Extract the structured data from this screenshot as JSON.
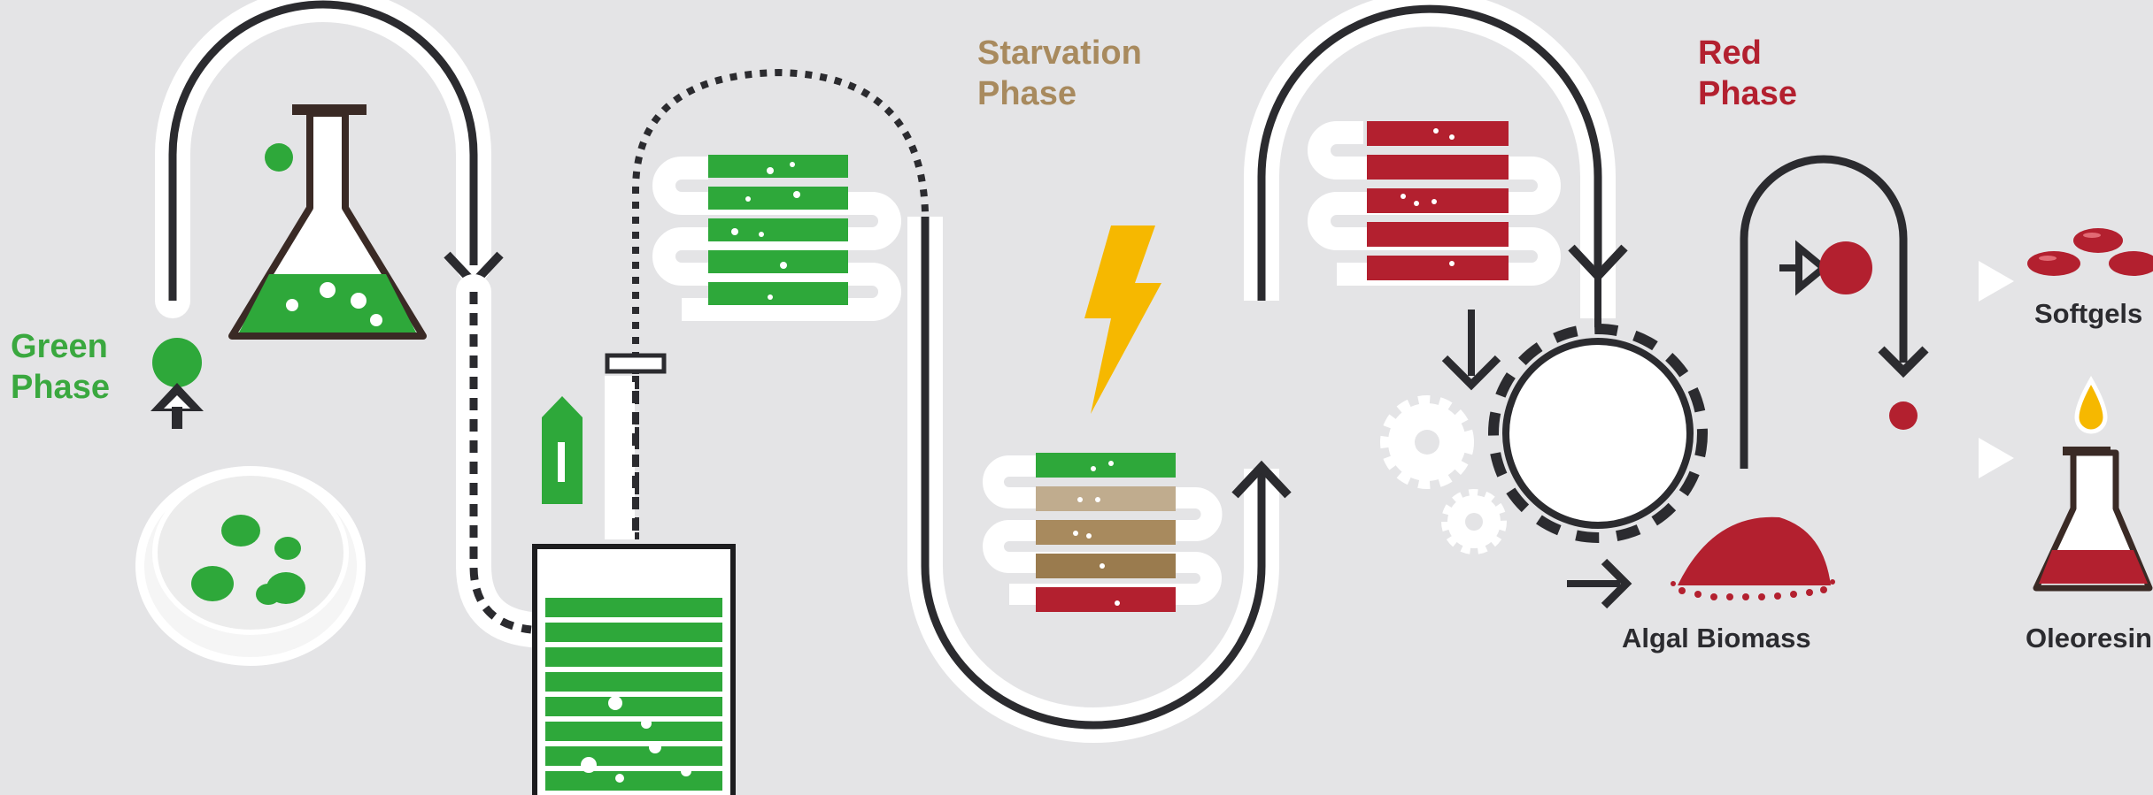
{
  "stages": {
    "green": "Green\nPhase",
    "starvation": "Starvation\nPhase",
    "red": "Red\nPhase"
  },
  "outputs": {
    "biomass": "Algal Biomass",
    "softgels": "Softgels",
    "oleoresin": "Oleoresin"
  },
  "icons": [
    "flask-icon",
    "petri-dish-icon",
    "photobioreactor-icon",
    "tubular-reactor-icon",
    "lightning-icon",
    "gear-icon",
    "algal-biomass-pile-icon",
    "softgel-capsules-icon",
    "oleoresin-flask-icon",
    "oil-drop-icon"
  ],
  "colors": {
    "green": "#2ea83a",
    "brown": "#a88a5e",
    "red": "#b3202f",
    "lightning": "#f6b800",
    "dark_line": "#2b2b2f",
    "background": "#e4e4e6"
  }
}
